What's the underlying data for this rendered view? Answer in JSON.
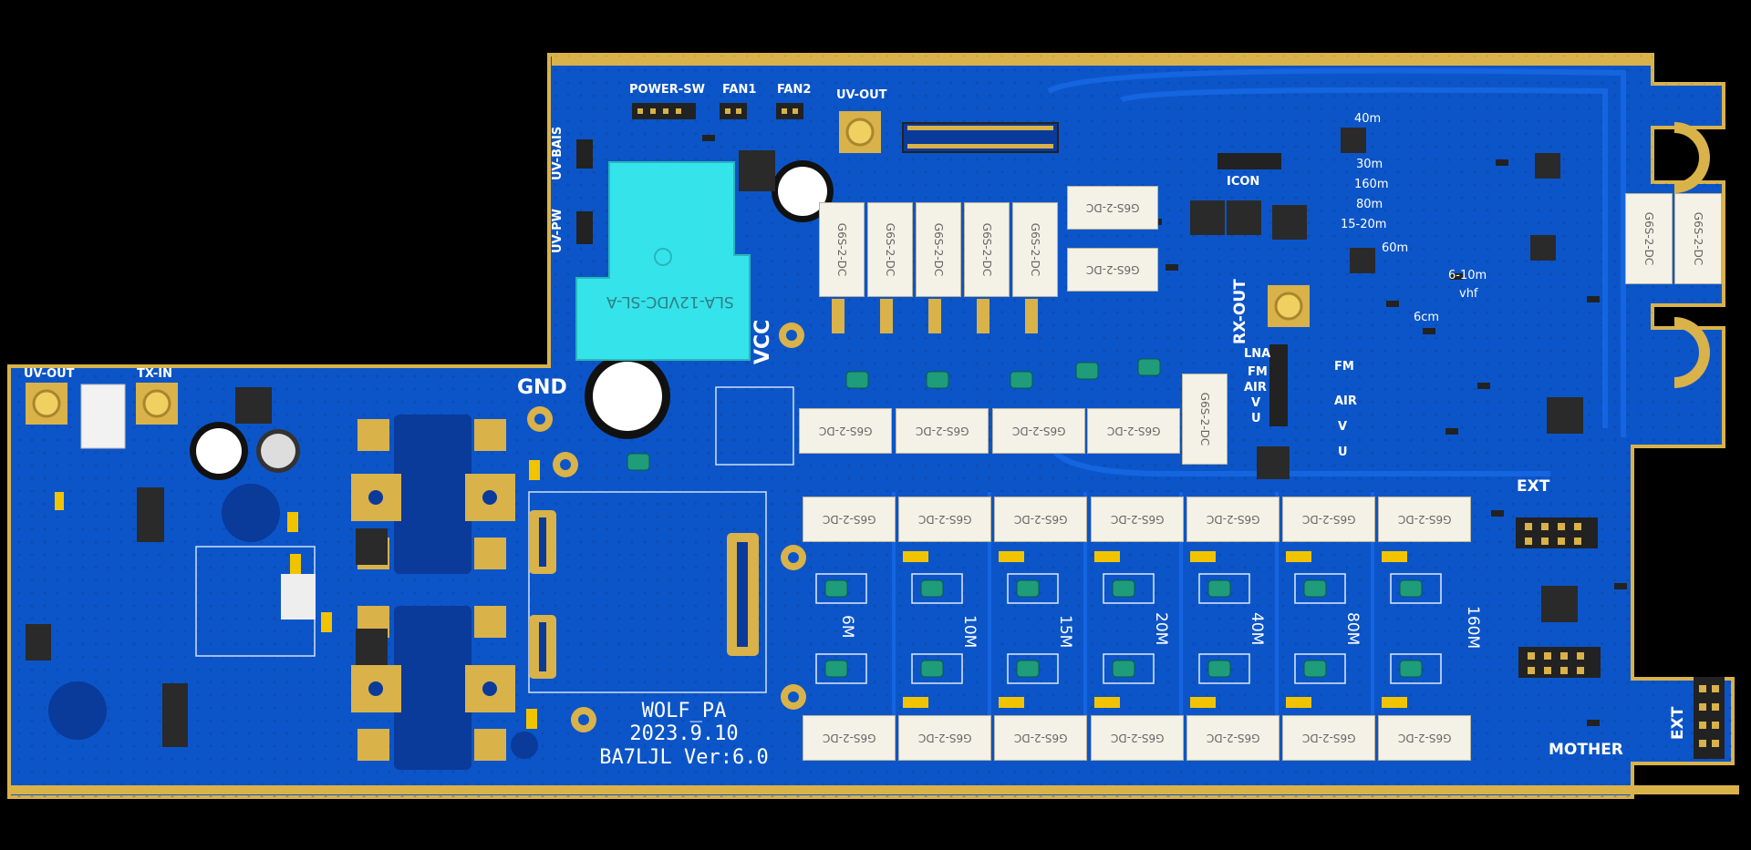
{
  "board": {
    "colors": {
      "background": "#000000",
      "pcb": "#0c55c8",
      "pcb_dark": "#0a44a3",
      "copper": "#d9b24a",
      "silk": "#ffffff",
      "relay": "#f4f1e6",
      "module": "#35e4ea",
      "choke": "#1f9c7a"
    },
    "title_lines": [
      "WOLF_PA",
      "2023.9.10",
      "BA7LJL Ver:6.0"
    ],
    "labels": {
      "uv_out_top": "UV-OUT",
      "power_sw": "POWER-SW",
      "fan1": "FAN1",
      "fan2": "FAN2",
      "uv_bais": "UV-BAIS",
      "uv_pw": "UV-PW",
      "module": "SLA-12VDC-SL-A",
      "vcc": "VCC",
      "gnd": "GND",
      "uv_out_left": "UV-OUT",
      "tx_in": "TX-IN",
      "icon": "ICON",
      "rx_out": "RX-OUT",
      "ext_right": "EXT",
      "ext_bottom": "EXT",
      "mother": "MOTHER",
      "vhf": "vhf",
      "6cm": "6cm",
      "6_10m": "6-10m"
    },
    "rx_labels": [
      "LNA",
      "FM",
      "AIR",
      "V",
      "U"
    ],
    "band_labels_top": [
      "40m",
      "30m",
      "160m",
      "80m",
      "15-20m",
      "60m"
    ],
    "side_band_labels": [
      "FM",
      "AIR",
      "V",
      "U"
    ],
    "filter_bands": [
      "6M",
      "10M",
      "15M",
      "20M",
      "40M",
      "80M",
      "160M"
    ],
    "relay_text": "G6S-2-DC"
  }
}
